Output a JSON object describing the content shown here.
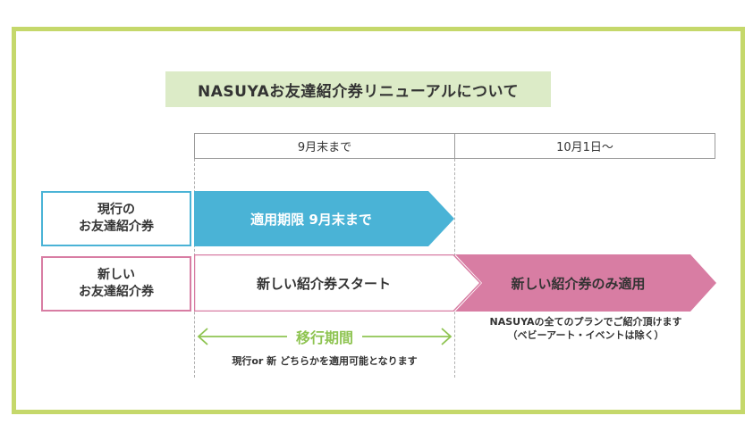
{
  "title": "NASUYAお友達紹介券リニューアルについて",
  "periods": [
    "9月末まで",
    "10月1日〜"
  ],
  "rows": {
    "current_label": [
      "現行の",
      "お友達紹介券"
    ],
    "new_label": [
      "新しい",
      "お友達紹介券"
    ]
  },
  "arrows": {
    "current_expiry": "適用期限 9月末まで",
    "new_start": "新しい紹介券スタート",
    "new_only": "新しい紹介券のみ適用"
  },
  "notes": {
    "right_line1": "NASUYAの全てのプランでご紹介頂けます",
    "right_line2": "（ベビーアート・イベントは除く）",
    "migration_label": "移行期間",
    "migration_note": "現行or 新 どちらかを適用可能となります"
  },
  "colors": {
    "frame": "#c5d86b",
    "title_bg": "#dcebc7",
    "current": "#4ab3d6",
    "new": "#d87da3",
    "migration": "#8fc452"
  }
}
